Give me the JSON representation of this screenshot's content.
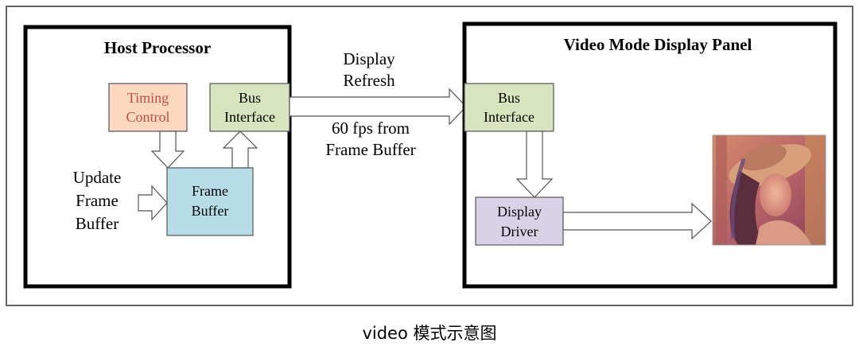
{
  "host": {
    "title": "Host Processor",
    "timing_control": [
      "Timing",
      "Control"
    ],
    "bus_interface": [
      "Bus",
      "Interface"
    ],
    "frame_buffer": [
      "Frame",
      "Buffer"
    ],
    "update_label": [
      "Update",
      "Frame",
      "Buffer"
    ]
  },
  "link": {
    "top_label": [
      "Display",
      "Refresh"
    ],
    "bottom_label": [
      "60 fps from",
      "Frame Buffer"
    ]
  },
  "panel": {
    "title": "Video Mode Display Panel",
    "bus_interface": [
      "Bus",
      "Interface"
    ],
    "display_driver": [
      "Display",
      "Driver"
    ]
  },
  "caption": "video 模式示意图",
  "colors": {
    "timing_fill": "#fbd8bf",
    "bus_fill": "#d7e4bd",
    "frame_fill": "#b7dde8",
    "driver_fill": "#d9d2e6",
    "timing_text": "#c0504d"
  }
}
